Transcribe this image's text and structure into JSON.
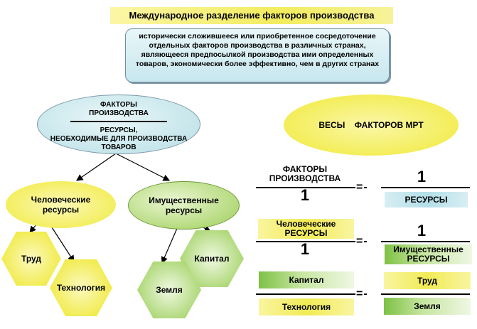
{
  "title": "Международное разделение факторов производства",
  "definition": [
    "исторически сложившееся или приобретенное сосредоточение",
    "отдельных факторов производства в различных странах,",
    "являющееся предпосылкой производства ими определенных",
    "товаров, экономически более эффективно, чем в других странах"
  ],
  "factors": {
    "top": [
      "ФАКТОРЫ",
      "ПРОИЗВОДСТВА"
    ],
    "bottom": [
      "РЕСУРСЫ,",
      "НЕОБХОДИМЫЕ ДЛЯ ПРОИЗВОДСТВА",
      "ТОВАРОВ"
    ]
  },
  "weights_title": "ВЕСЫ    ФАКТОРОВ МРТ",
  "human_resources": [
    "Человеческие",
    "ресурсы"
  ],
  "property_resources": [
    "Имущественные",
    "ресурсы"
  ],
  "hexagons": {
    "trud": "Труд",
    "tech": "Технология",
    "kapital": "Капитал",
    "zemlya": "Земля"
  },
  "equations": {
    "row1": {
      "left_top": [
        "ФАКТОРЫ",
        "ПРОИЗВОДСТВА"
      ],
      "left_bottom": "1",
      "operator": "=-",
      "right_top": "1",
      "right_bottom": "РЕСУРСЫ"
    },
    "row2": {
      "left_top": [
        "Человеческие",
        "РЕСУРСЫ"
      ],
      "left_bottom": "1",
      "operator": "=-",
      "right_top": "1",
      "right_bottom": [
        "Имущественные",
        "РЕСУРСЫ"
      ]
    },
    "row3": {
      "left_top": "Капитал",
      "left_bottom": "Технология",
      "operator": "=-",
      "right_top": "Труд",
      "right_bottom": "Земля"
    }
  },
  "colors": {
    "yellow": "#f2ec4e",
    "light_blue": "#c3e4ea",
    "green": "#a9d46a"
  }
}
